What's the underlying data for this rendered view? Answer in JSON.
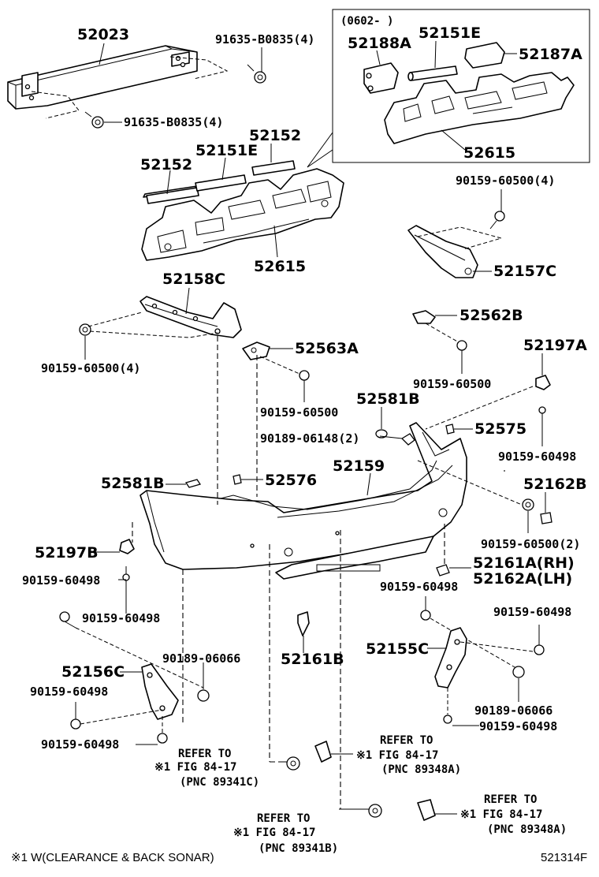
{
  "inset": {
    "code": "(0602-      )",
    "parts": [
      "52188A",
      "52151E",
      "52187A",
      "52615"
    ]
  },
  "labels": {
    "p52023": "52023",
    "p91635_top": "91635-B0835(4)",
    "p91635_bot": "91635-B0835(4)",
    "p52152_a": "52152",
    "p52151E": "52151E",
    "p52152_b": "52152",
    "p52615": "52615",
    "p90159_60500_4_top": "90159-60500(4)",
    "p52157C": "52157C",
    "p52158C": "52158C",
    "p90159_60500_4_left": "90159-60500(4)",
    "p52563A": "52563A",
    "p90159_60500_mid": "90159-60500",
    "p52562B": "52562B",
    "p90159_60500_right": "90159-60500",
    "p52197A": "52197A",
    "p52581B_top": "52581B",
    "p90189_06148": "90189-06148(2)",
    "p52575": "52575",
    "p90159_60498_r1": "90159-60498",
    "p52581B_left": "52581B",
    "p52576": "52576",
    "p52159": "52159",
    "p52162B": "52162B",
    "p90159_60500_2": "90159-60500(2)",
    "p52197B": "52197B",
    "p52161A": "52161A(RH)",
    "p52162A": "52162A(LH)",
    "p90159_60498_l1": "90159-60498",
    "p90159_60498_l2": "90159-60498",
    "p90159_60498_c": "90159-60498",
    "p90159_60498_r2": "90159-60498",
    "p90189_06066_l": "90189-06066",
    "p52161B": "52161B",
    "p52155C": "52155C",
    "p52156C": "52156C",
    "p90159_60498_l3": "90159-60498",
    "p90189_06066_r": "90189-06066",
    "p90159_60498_l4": "90159-60498",
    "p90159_60498_r3": "90159-60498"
  },
  "refs": [
    {
      "line1": "REFER TO",
      "line2": "※1 FIG 84-17",
      "line3": "(PNC 89341C)"
    },
    {
      "line1": "REFER TO",
      "line2": "※1 FIG 84-17",
      "line3": "(PNC 89348A)"
    },
    {
      "line1": "REFER TO",
      "line2": "※1 FIG 84-17",
      "line3": "(PNC 89341B)"
    },
    {
      "line1": "REFER TO",
      "line2": "※1 FIG 84-17",
      "line3": "(PNC 89348A)"
    }
  ],
  "footer": {
    "note": "※1 W(CLEARANCE & BACK SONAR)",
    "code": "521314F"
  }
}
